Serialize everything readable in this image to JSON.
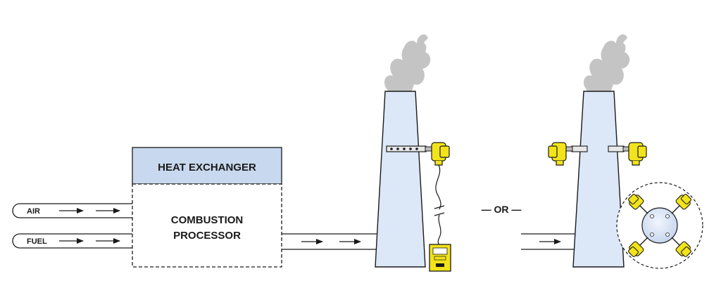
{
  "labels": {
    "heat_exchanger": "HEAT EXCHANGER",
    "combustion_line1": "COMBUSTION",
    "combustion_line2": "PROCESSOR",
    "air": "AIR",
    "fuel": "FUEL",
    "or": "— OR —"
  },
  "colors": {
    "stack_fill": "#dce8f8",
    "header_fill": "#c8d8ee",
    "device_yellow": "#f2e31a",
    "smoke": "#c4c4c4",
    "line": "#2a2a2a"
  }
}
